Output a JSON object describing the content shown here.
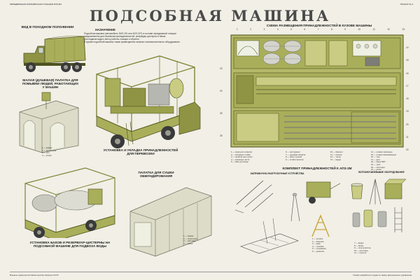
{
  "header": {
    "left": "ПЕРЕДВИЖНАЯ ЗАПРАВОЧНАЯ СТАНЦИЯ АПЗ-2М",
    "right": "ПЛАКАТ № 4"
  },
  "title": "ПОДСОБНАЯ МАШИНА",
  "sections": {
    "road_view": "ВИД В ПОХОДНОМ ПОЛОЖЕНИИ",
    "purpose": "Назначение",
    "shower_tent": "МАЛАЯ (ДУШЕВАЯ) ПАЛАТКА ДЛЯ ПОМЫВКИ ЛЮДЕЙ, РАБОТАЮЩИХ У МАШИН",
    "install_equipment": "УСТАНОВКА И УКЛАДКА ПРИНАДЛЕЖНОСТЕЙ ДЛЯ ПЕРЕВОЗКИ",
    "body_layout": "СХЕМА РАЗМЕЩЕНИЯ ПРИНАДЛЕЖНОСТЕЙ В КУЗОВЕ МАШИНЫ",
    "drying_tent": "ПАЛАТКА ДЛЯ СУШКИ ОБМУНДИРОВАНИЯ",
    "tanks_install": "УСТАНОВКА БАКОВ И РЕЗЕРВУАР-ЦИСТЕРНЫ НА ПОДСОБНОЙ МАШИНЕ ДЛЯ ПОДВОЗА ВОДЫ",
    "kit": "КОМПЛЕКТ ПРИНАДЛЕЖНОСТЕЙ К АПЗ-2М",
    "kit_left": "ЗАПРАВОЧНО-РАЗГРУЗОЧНЫЕ УСТРОЙСТВА",
    "kit_right": "ВСПОМОГАТЕЛЬНОЕ ОБОРУДОВАНИЕ"
  },
  "purpose_text": [
    "Подсобная машина (автомобиль ЗИЛ-151 или ЗИЛ-157) в составе передвижной станции",
    "предназначена для перевозки принадлежностей, резервуар-цистерны и баков",
    "для подвоза воды к месту работы станции и обратно.",
    "В кузове подсобной машины также размещаются палатки и вспомогательное оборудование."
  ],
  "callouts_top": [
    "1",
    "2",
    "3",
    "4",
    "5",
    "6",
    "7",
    "8",
    "9",
    "10",
    "11",
    "12",
    "13"
  ],
  "callouts_right": [
    "14",
    "15",
    "16",
    "17",
    "18",
    "19",
    "20",
    "21",
    "22"
  ],
  "callouts_left": [
    "23",
    "24",
    "25",
    "26"
  ],
  "legend_body": [
    "1 — ящик для шлангов",
    "2 — складные стойки",
    "3 — палатка для сушки",
    "4 — запасные части",
    "5 — баки для воды",
    "6 — инструмент",
    "7 — душевая палатка",
    "8 — насос ручной",
    "9 — стойки палатки",
    "10 — брезент",
    "11 — лопата",
    "12 — топор",
    "13 — ведро"
  ],
  "legend_body2": [
    "14 — шланги напорные",
    "15 — шланги всасывающие",
    "16 — тент",
    "17 — дуги",
    "18 — ящик ЗИП",
    "19 — трап",
    "20 — лестница",
    "21 — доски",
    "22 — колья"
  ],
  "legend_shower": [
    "1 — каркас",
    "2 — полотнище",
    "3 — пол",
    "4 — шланг"
  ],
  "legend_drying": [
    "1 — каркас",
    "2 — полотнище",
    "3 — растяжки",
    "4 — колья"
  ],
  "legend_kit_left": [
    "1 — штанга",
    "2 — воронка",
    "3 — кран",
    "4 — тележка",
    "5 — стремянка",
    "6 — решётка"
  ],
  "legend_kit_right": [
    "7 — ведро",
    "8 — бачок",
    "9 — огнетушитель",
    "10 — лестница",
    "11 — тренога"
  ],
  "footer": {
    "left": "Военное издательство Министерства обороны СССР",
    "right": "Плакат разработан и издан по заказу Центрального управления"
  },
  "colors": {
    "olive": "#a9ae5a",
    "olive_dark": "#7d8436",
    "olive_light": "#c9cc82",
    "paper": "#f1efe6",
    "metal": "#b7b7b1",
    "metal_dark": "#7d7d78",
    "wheel": "#3a3a3a"
  }
}
